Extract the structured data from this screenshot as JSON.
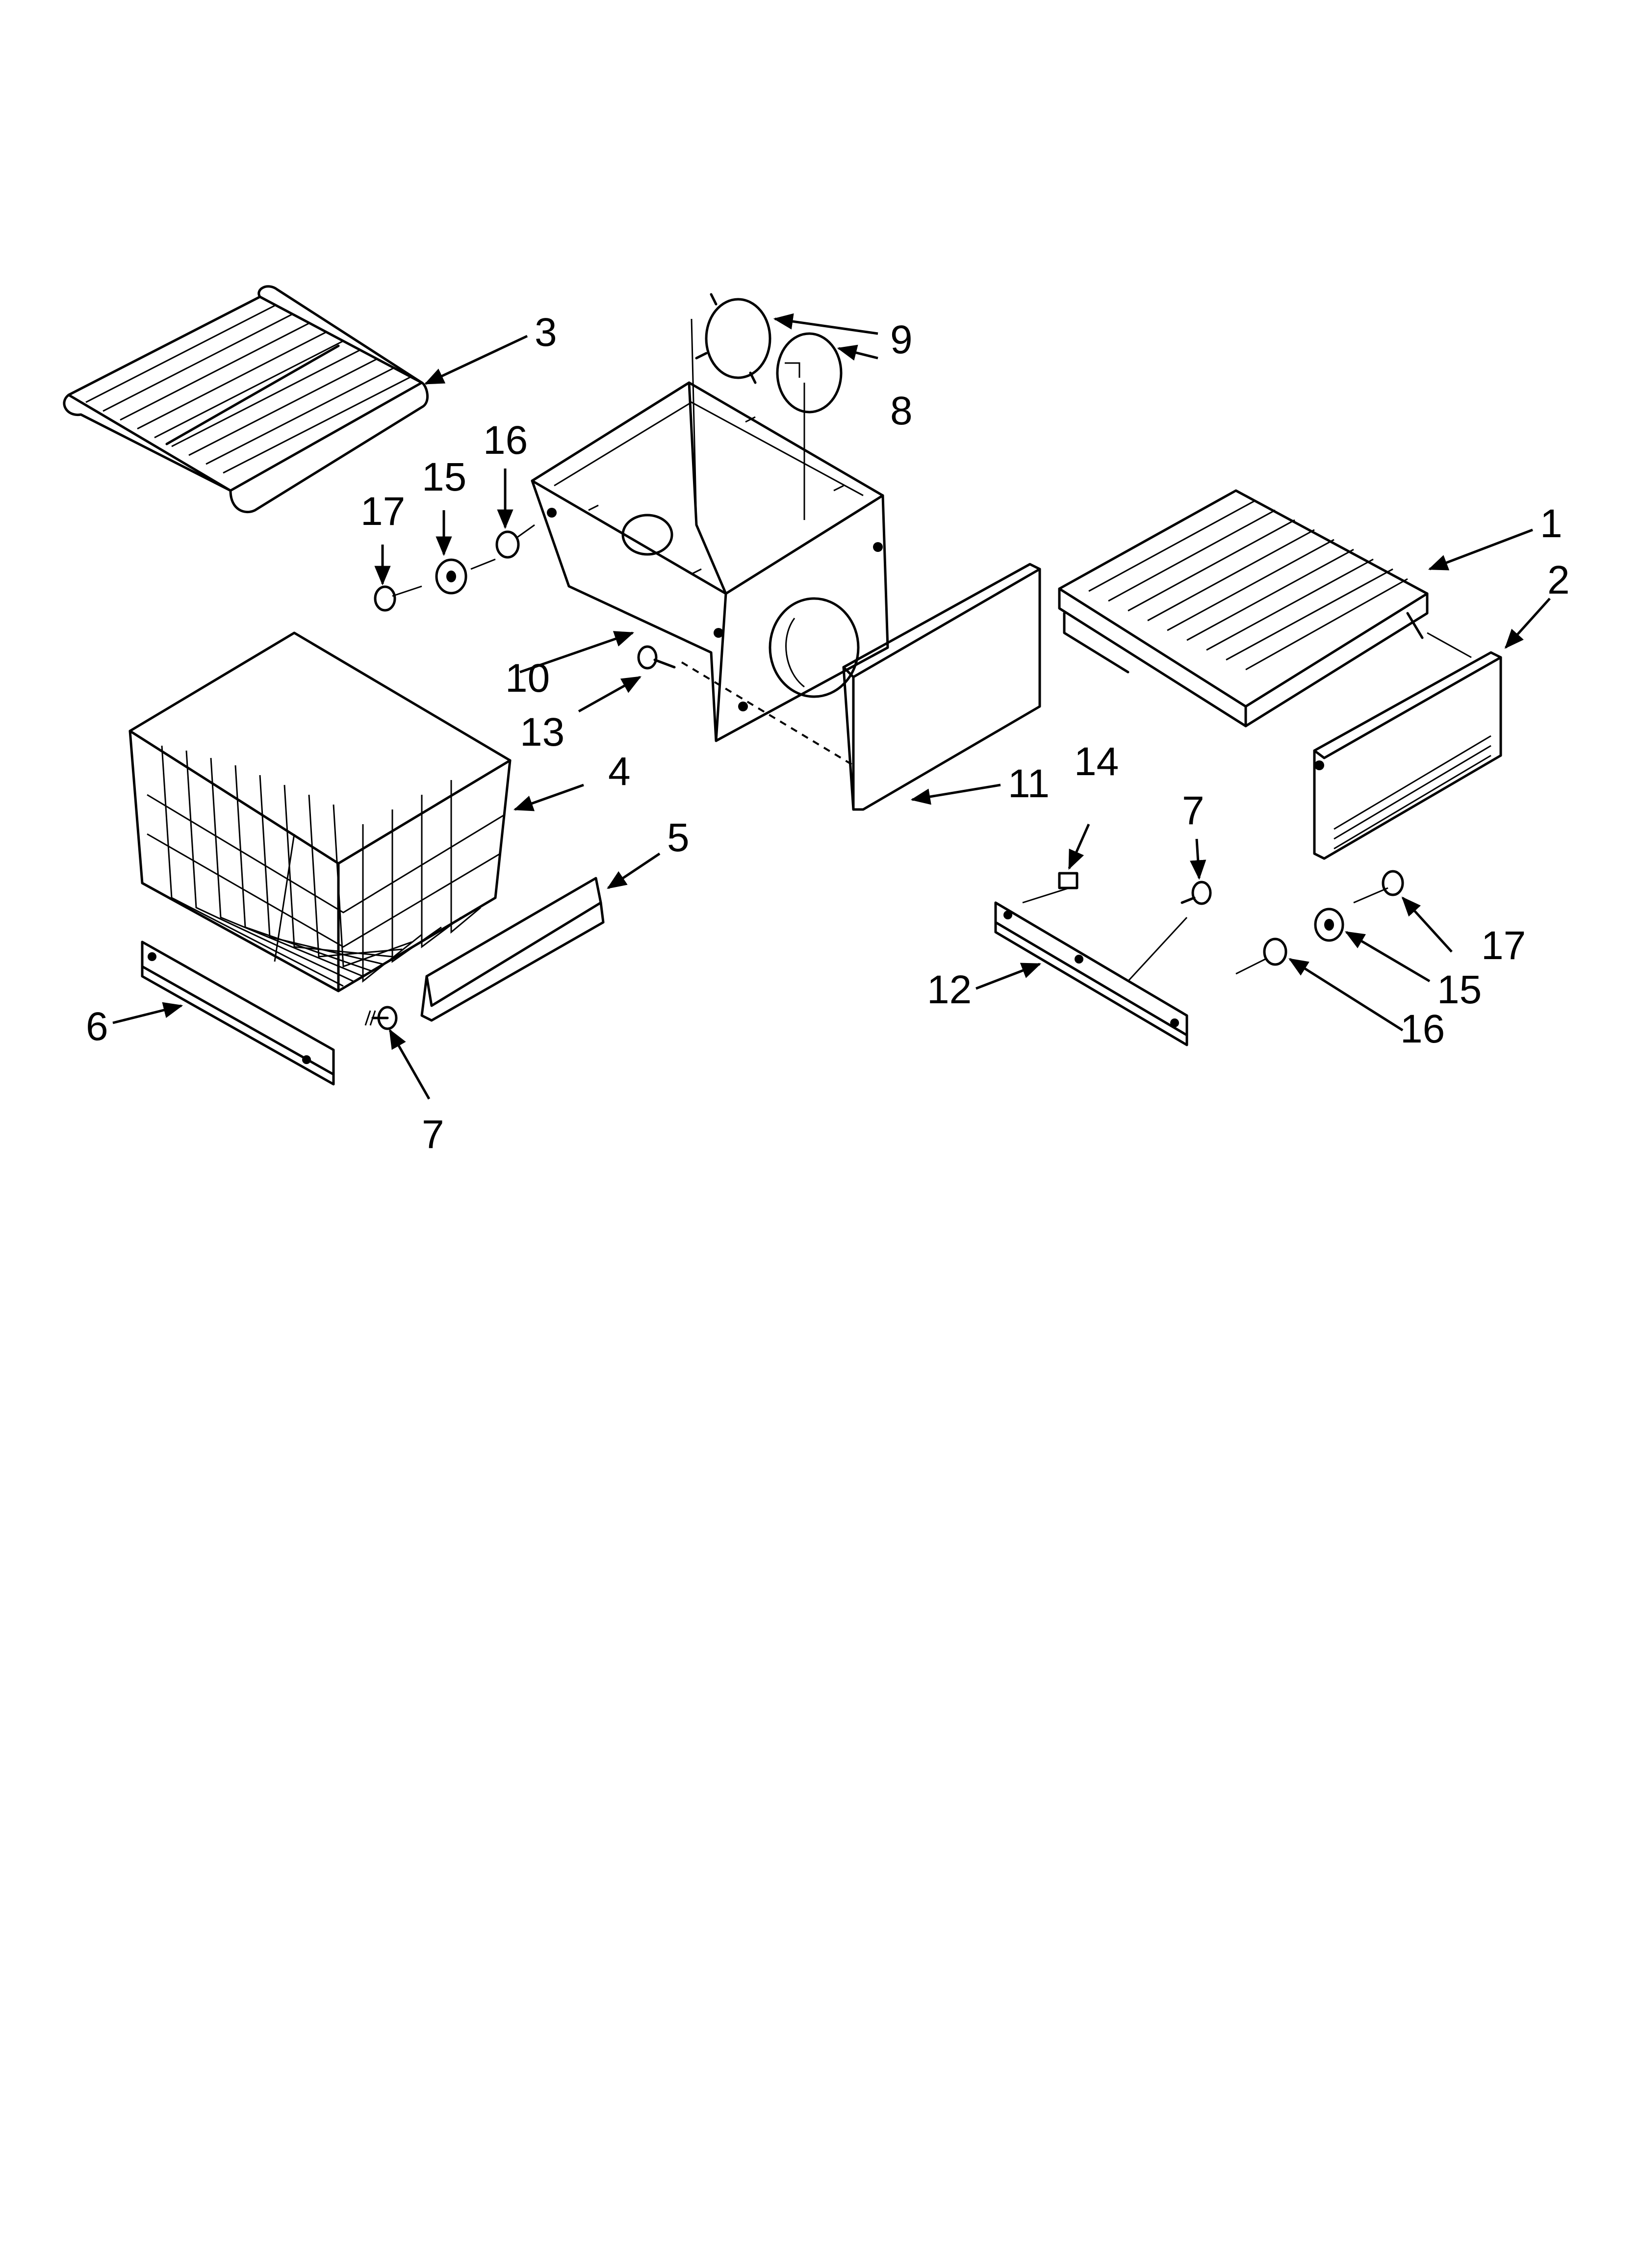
{
  "callouts": [
    {
      "id": "c1",
      "text": "1"
    },
    {
      "id": "c2",
      "text": "2"
    },
    {
      "id": "c3",
      "text": "3"
    },
    {
      "id": "c4",
      "text": "4"
    },
    {
      "id": "c5",
      "text": "5"
    },
    {
      "id": "c6",
      "text": "6"
    },
    {
      "id": "c7a",
      "text": "7"
    },
    {
      "id": "c7b",
      "text": "7"
    },
    {
      "id": "c8",
      "text": "8"
    },
    {
      "id": "c9",
      "text": "9"
    },
    {
      "id": "c10",
      "text": "10"
    },
    {
      "id": "c11",
      "text": "11"
    },
    {
      "id": "c12",
      "text": "12"
    },
    {
      "id": "c13",
      "text": "13"
    },
    {
      "id": "c14",
      "text": "14"
    },
    {
      "id": "c15a",
      "text": "15"
    },
    {
      "id": "c15b",
      "text": "15"
    },
    {
      "id": "c16a",
      "text": "16"
    },
    {
      "id": "c16b",
      "text": "16"
    },
    {
      "id": "c17a",
      "text": "17"
    },
    {
      "id": "c17b",
      "text": "17"
    }
  ]
}
